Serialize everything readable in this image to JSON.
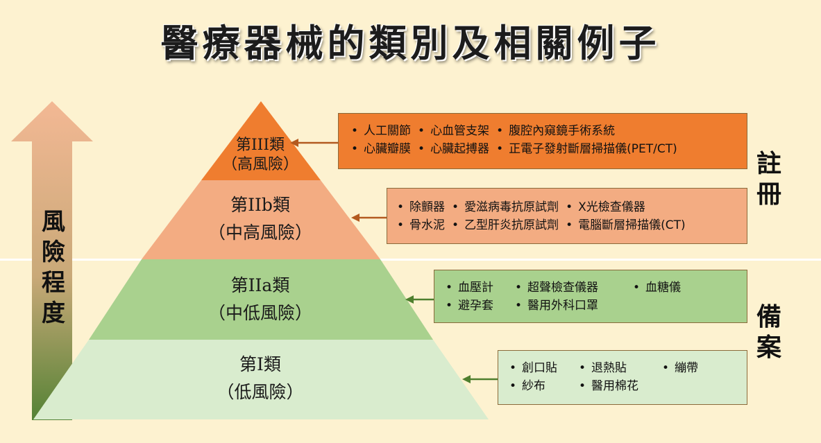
{
  "title": "醫療器械的類別及相關例子",
  "axis_label": [
    "風",
    "險",
    "程",
    "度"
  ],
  "tiers": [
    {
      "id": "class-3",
      "name": "第III類",
      "risk": "（高風險）",
      "color": "#ef7d2f",
      "examples": [
        [
          "人工關節",
          "心血管支架",
          "腹腔內窺鏡手術系統"
        ],
        [
          "心臟瓣膜",
          "心臟起搏器",
          "正電子發射斷層掃描儀(PET/CT)"
        ]
      ]
    },
    {
      "id": "class-2b",
      "name": "第IIb類",
      "risk": "（中高風險）",
      "color": "#f3ac82",
      "examples": [
        [
          "除顫器",
          "愛滋病毒抗原試劑",
          "X光檢查儀器"
        ],
        [
          "骨水泥",
          "乙型肝炎抗原試劑",
          "電腦斷層掃描儀(CT)"
        ]
      ]
    },
    {
      "id": "class-2a",
      "name": "第IIa類",
      "risk": "（中低風險）",
      "color": "#a9d18e",
      "examples": [
        [
          "血壓計",
          "超聲檢查儀器",
          "血糖儀"
        ],
        [
          "避孕套",
          "醫用外科口罩"
        ]
      ]
    },
    {
      "id": "class-1",
      "name": "第I類",
      "risk": "（低風險）",
      "color": "#d9ecce",
      "examples": [
        [
          "創口貼",
          "退熱貼",
          "繃帶"
        ],
        [
          "紗布",
          "醫用棉花"
        ]
      ]
    }
  ],
  "side_labels": {
    "register": [
      "註",
      "冊"
    ],
    "record": [
      "備",
      "案"
    ]
  },
  "colors": {
    "background": "#fdf2d0",
    "arrow_top": "#f3b894",
    "arrow_bottom": "#548235",
    "connector_orange": "#b35a1f",
    "connector_green": "#4e7f2e"
  }
}
